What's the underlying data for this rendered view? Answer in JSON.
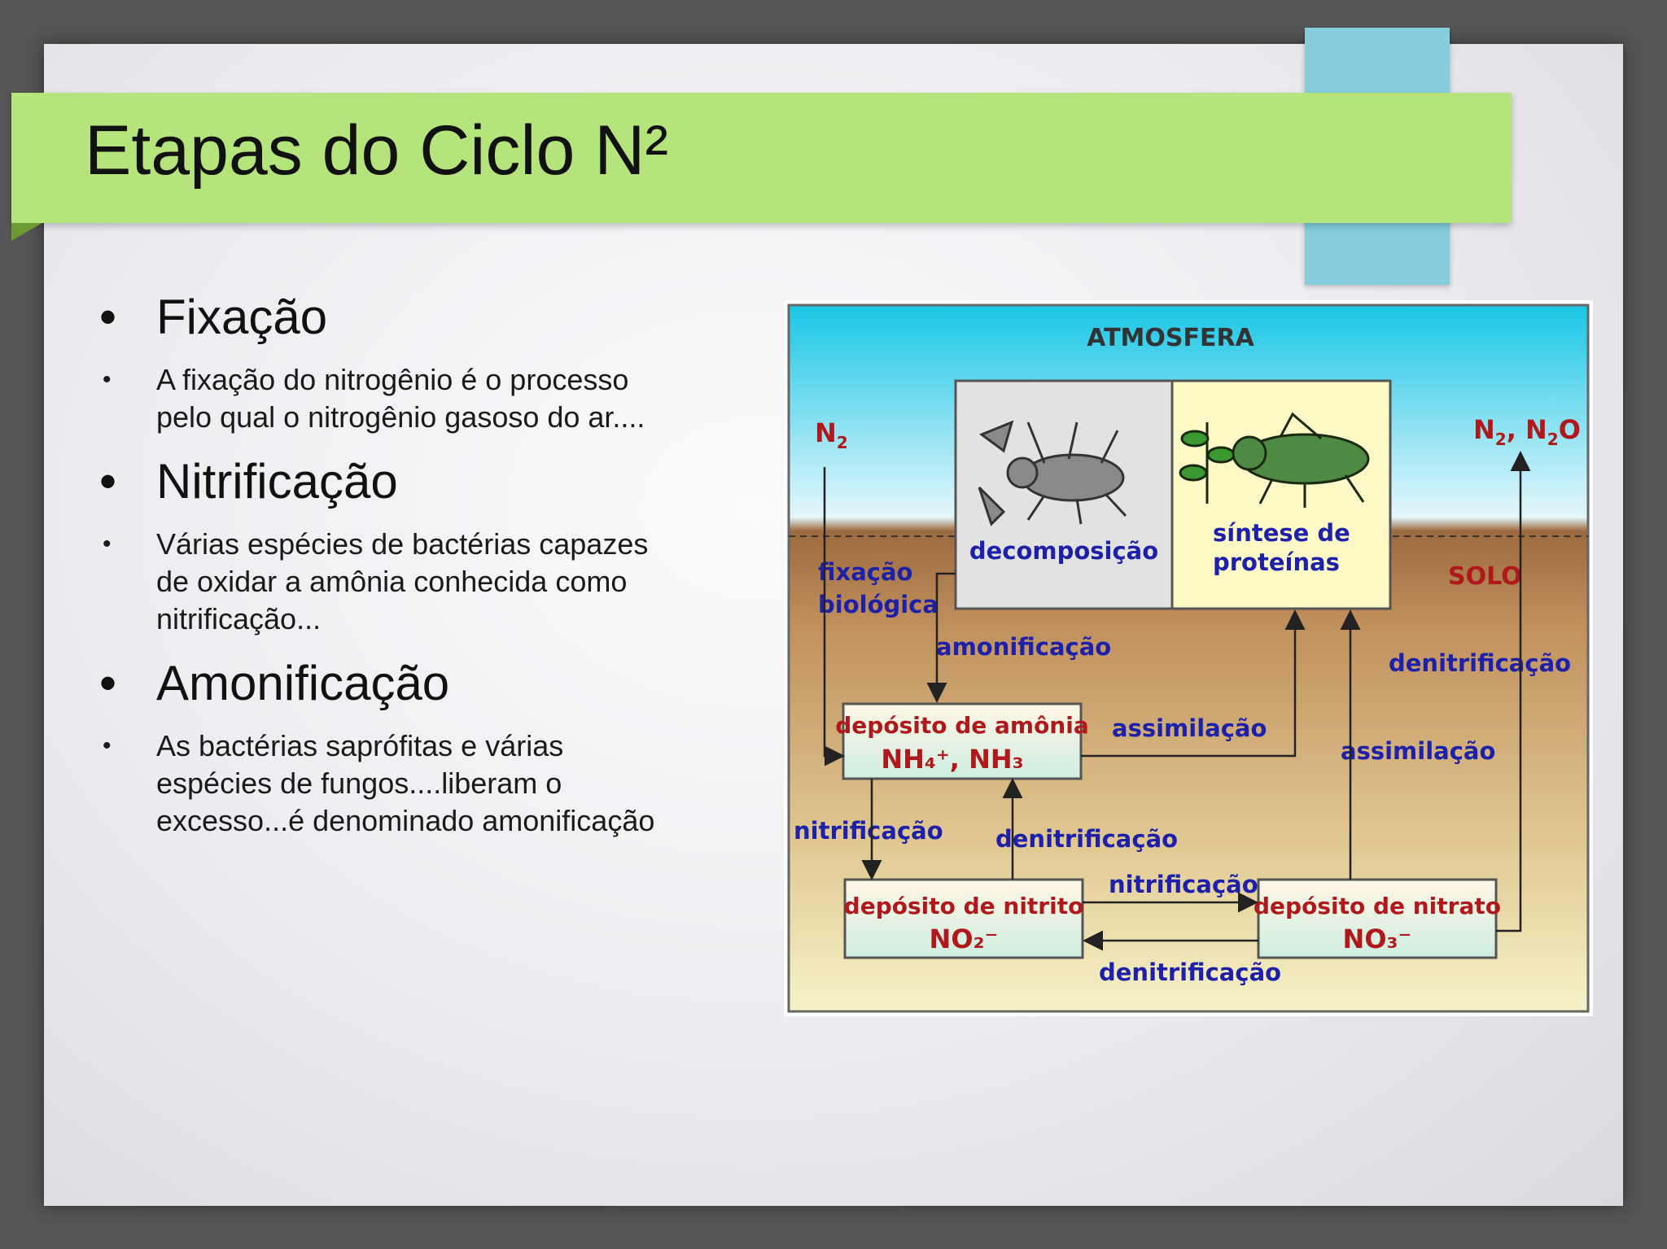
{
  "slide": {
    "title": "Etapas do Ciclo N²",
    "bullets": [
      {
        "heading": "Fixação",
        "lines": [
          "A fixação do nitrogênio é o processo",
          "pelo qual o nitrogênio gasoso do ar...."
        ]
      },
      {
        "heading": "Nitrificação",
        "lines": [
          "Várias espécies de bactérias capazes",
          "de oxidar a amônia conhecida como",
          "nitrificação..."
        ]
      },
      {
        "heading": "Amonificação",
        "lines": [
          "As bactérias saprófitas e várias",
          "espécies de fungos....liberam o",
          "excesso...é denominado amonificação"
        ]
      }
    ]
  },
  "diagram": {
    "atmosfera": "ATMOSFERA",
    "solo": "SOLO",
    "n2_left": "N",
    "n2_left_sub": "2",
    "n2_right": "N",
    "n2_right_sub1": "2",
    "n2o_comma": ", N",
    "n2o_sub": "2",
    "n2o_o": "O",
    "decomposicao": "decomposição",
    "sintese_1": "síntese de",
    "sintese_2": "proteínas",
    "fixacao_1": "fixação",
    "fixacao_2": "biológica",
    "amonificacao": "amonificação",
    "deposito_amonia": "depósito de amônia",
    "deposito_amonia_formula": "NH₄⁺, NH₃",
    "assimilacao_1": "assimilação",
    "assimilacao_2": "assimilação",
    "denitrificacao_right": "denitrificação",
    "nitrificacao_left": "nitrificação",
    "denitrificacao_mid": "denitrificação",
    "nitrificacao_mid": "nitrificação",
    "denitrificacao_bottom": "denitrificação",
    "deposito_nitrito": "depósito de nitrito",
    "deposito_nitrito_formula": "NO₂⁻",
    "deposito_nitrato": "depósito de nitrato",
    "deposito_nitrato_formula": "NO₃⁻",
    "colors": {
      "label_blue": "#1d20a8",
      "label_red": "#b0181c",
      "sky_top": "#19c6e6",
      "soil": "#c08f5c",
      "soil_bottom": "#f4eec0",
      "box_left": "#e2e2e2",
      "box_right": "#fdf9c6"
    }
  }
}
